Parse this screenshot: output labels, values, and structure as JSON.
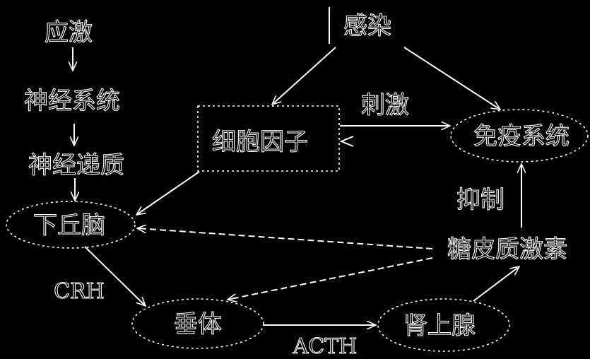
{
  "diagram": {
    "title": "",
    "background": "#000000",
    "foreground": "#ffffff",
    "nodes": {
      "stress": "应激",
      "nervous_system": "神经系统",
      "neurotransmitter": "神经递质",
      "hypothalamus": "下丘脑",
      "infection": "感染",
      "cytokine": "细胞因子",
      "immune_system": "免疫系统",
      "glucocorticoid": "糖皮质激素",
      "pituitary": "垂体",
      "adrenal": "肾上腺"
    },
    "edge_labels": {
      "stimulate": "刺激",
      "inhibit": "抑制",
      "crh": "CRH",
      "acth": "ACTH"
    },
    "edges": [
      {
        "from": "stress",
        "to": "nervous_system",
        "style": "solid"
      },
      {
        "from": "nervous_system",
        "to": "neurotransmitter",
        "style": "solid"
      },
      {
        "from": "neurotransmitter",
        "to": "hypothalamus",
        "style": "solid"
      },
      {
        "from": "infection",
        "to": "cytokine",
        "style": "solid"
      },
      {
        "from": "infection",
        "to": "immune_system",
        "style": "solid"
      },
      {
        "from": "cytokine",
        "to": "immune_system",
        "style": "solid",
        "label": "刺激"
      },
      {
        "from": "cytokine",
        "to": "hypothalamus",
        "style": "solid"
      },
      {
        "from": "hypothalamus",
        "to": "pituitary",
        "style": "solid",
        "label": "CRH"
      },
      {
        "from": "pituitary",
        "to": "adrenal",
        "style": "solid",
        "label": "ACTH"
      },
      {
        "from": "adrenal",
        "to": "glucocorticoid",
        "style": "solid"
      },
      {
        "from": "glucocorticoid",
        "to": "immune_system",
        "style": "solid",
        "label": "抑制"
      },
      {
        "from": "glucocorticoid",
        "to": "hypothalamus",
        "style": "dashed"
      },
      {
        "from": "glucocorticoid",
        "to": "pituitary",
        "style": "dashed"
      }
    ]
  }
}
